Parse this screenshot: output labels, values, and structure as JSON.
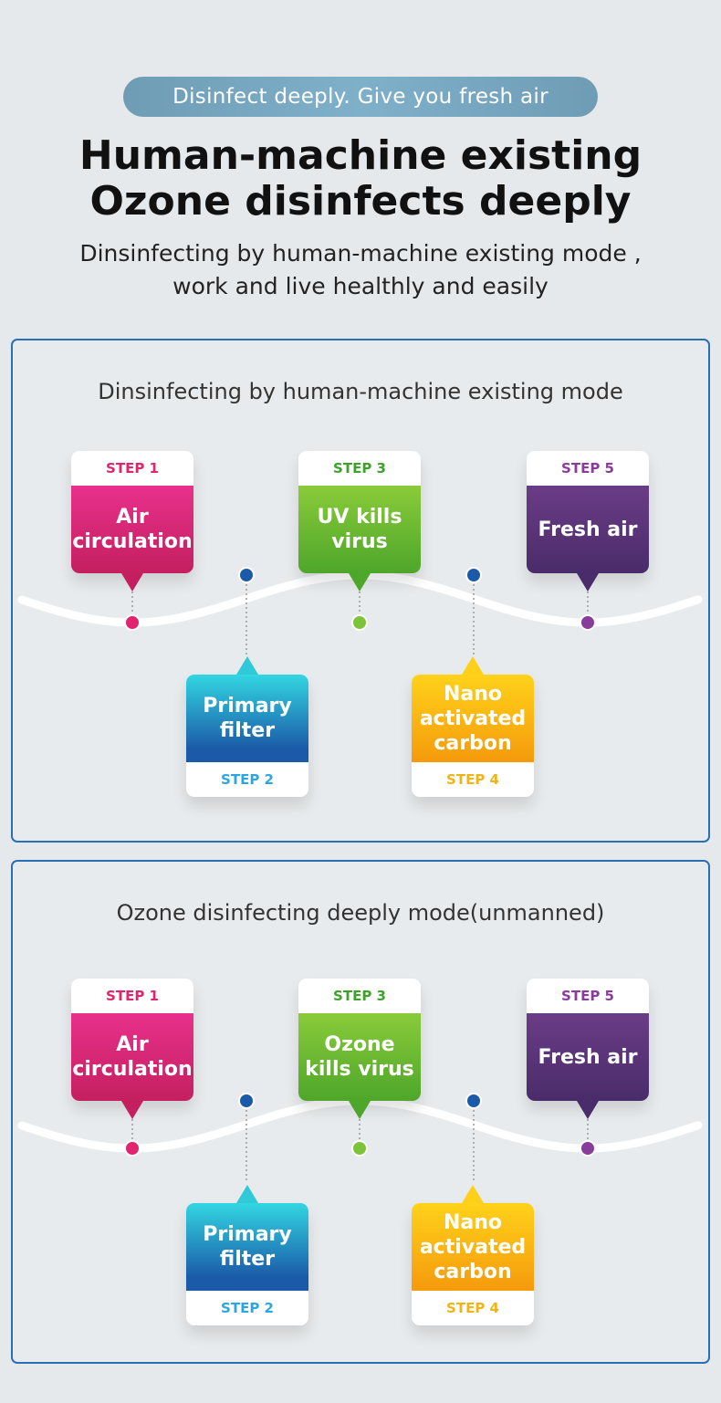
{
  "header": {
    "tagline": "Disinfect deeply. Give you fresh air",
    "headline_line1": "Human-machine existing",
    "headline_line2": "Ozone disinfects deeply",
    "sub_line1": "Dinsinfecting by human-machine existing mode ,",
    "sub_line2": "work and live healthly and easily"
  },
  "panels": [
    {
      "title": "Dinsinfecting by human-machine existing mode",
      "steps": [
        {
          "step": "STEP 1",
          "line1": "Air",
          "line2": "circulation",
          "line3": ""
        },
        {
          "step": "STEP 2",
          "line1": "Primary",
          "line2": "filter",
          "line3": ""
        },
        {
          "step": "STEP 3",
          "line1": "UV kills",
          "line2": "virus",
          "line3": ""
        },
        {
          "step": "STEP 4",
          "line1": "Nano",
          "line2": "activated",
          "line3": "carbon"
        },
        {
          "step": "STEP 5",
          "line1": "Fresh air",
          "line2": "",
          "line3": ""
        }
      ]
    },
    {
      "title": "Ozone disinfecting deeply mode(unmanned)",
      "steps": [
        {
          "step": "STEP 1",
          "line1": "Air",
          "line2": "circulation",
          "line3": ""
        },
        {
          "step": "STEP 2",
          "line1": "Primary",
          "line2": "filter",
          "line3": ""
        },
        {
          "step": "STEP 3",
          "line1": "Ozone",
          "line2": "kills virus",
          "line3": ""
        },
        {
          "step": "STEP 4",
          "line1": "Nano",
          "line2": "activated",
          "line3": "carbon"
        },
        {
          "step": "STEP 5",
          "line1": "Fresh air",
          "line2": "",
          "line3": ""
        }
      ]
    }
  ],
  "colors": {
    "step1": "#e0246e",
    "step2": "#2aa6e0",
    "step3": "#3ea12a",
    "step4": "#f0b41a",
    "step5": "#8a3c9a",
    "border": "#2a6fb5",
    "dot_blue": "#1b5aa8"
  }
}
